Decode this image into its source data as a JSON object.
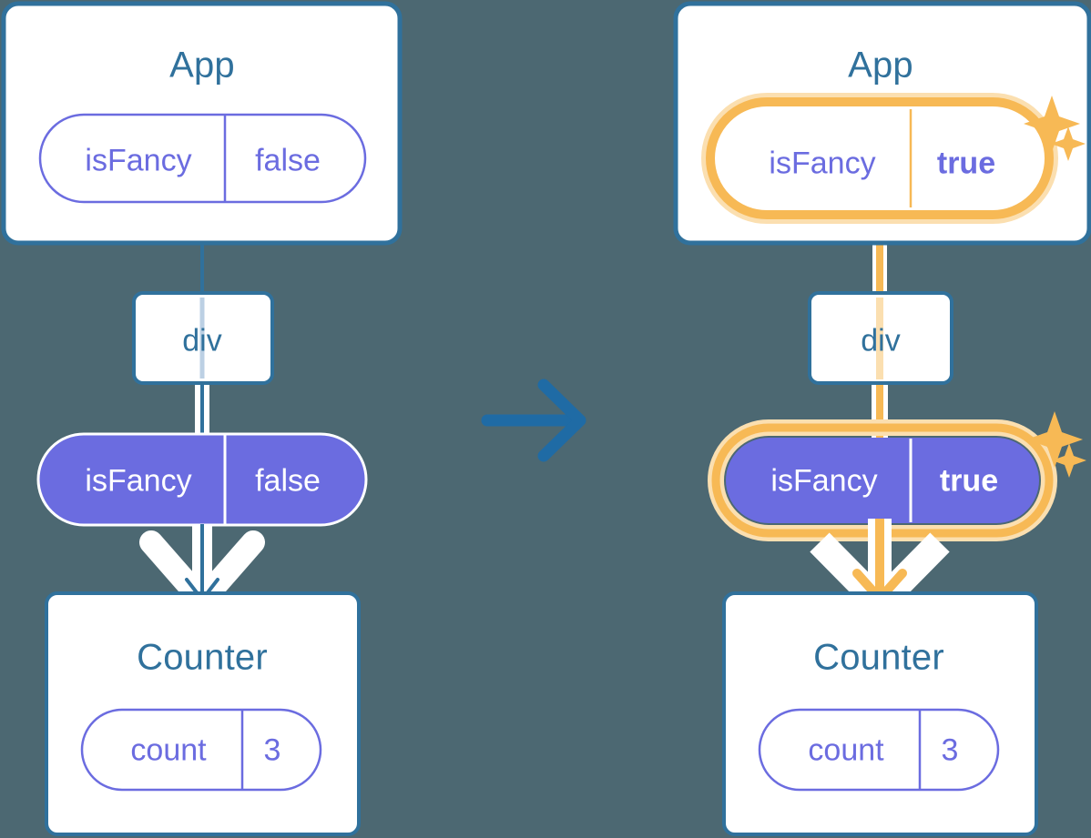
{
  "diagram": {
    "title": "React state propagation diagram",
    "type": "before-after-component-tree",
    "transition_icon": "right-arrow-icon",
    "colors": {
      "background": "#4c6872",
      "box_border": "#30719c",
      "box_fill": "#ffffff",
      "title_text": "#30719c",
      "pill_purple_fill": "#6b6ce0",
      "pill_purple_text": "#ffffff",
      "pill_outline_stroke": "#6b6ce0",
      "pill_outline_text": "#6b6ce0",
      "highlight_ring": "#f7b955",
      "highlight_glow": "#fbdfb0",
      "connector_white": "#ffffff",
      "connector_blue": "#30719c",
      "connector_light_blue": "#bcd0e4",
      "sparkle": "#f7b955"
    }
  },
  "panels": [
    {
      "id": "before",
      "app_box": {
        "title": "App",
        "highlighted": false,
        "pill": {
          "style": "outline",
          "name": "isFancy",
          "value": "false",
          "value_bold": false,
          "highlighted": false,
          "sparkles": false
        }
      },
      "div_box": {
        "label": "div"
      },
      "prop_pill": {
        "style": "filled",
        "name": "isFancy",
        "value": "false",
        "value_bold": false,
        "highlighted": false,
        "sparkles": false
      },
      "counter_box": {
        "title": "Counter",
        "pill": {
          "style": "outline",
          "name": "count",
          "value": "3",
          "highlighted": false
        }
      }
    },
    {
      "id": "after",
      "app_box": {
        "title": "App",
        "highlighted": false,
        "pill": {
          "style": "outline",
          "name": "isFancy",
          "value": "true",
          "value_bold": true,
          "highlighted": true,
          "sparkles": true
        }
      },
      "div_box": {
        "label": "div"
      },
      "prop_pill": {
        "style": "filled",
        "name": "isFancy",
        "value": "true",
        "value_bold": true,
        "highlighted": true,
        "sparkles": true
      },
      "counter_box": {
        "title": "Counter",
        "pill": {
          "style": "outline",
          "name": "count",
          "value": "3",
          "highlighted": false
        }
      }
    }
  ]
}
